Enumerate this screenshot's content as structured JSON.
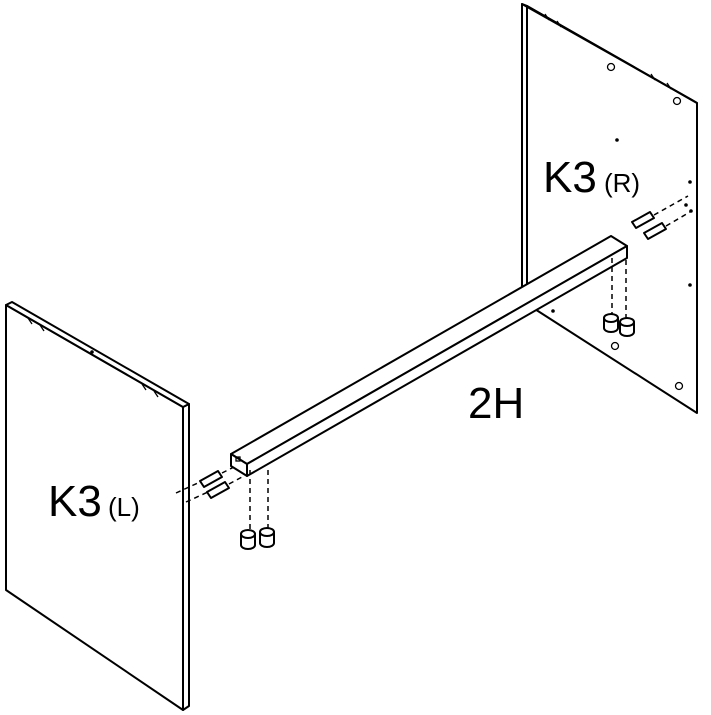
{
  "parts": {
    "left_panel": {
      "code": "K3",
      "side": "(L)"
    },
    "right_panel": {
      "code": "K3",
      "side": "(R)"
    },
    "rail": {
      "code": "2H"
    }
  },
  "hardware": {
    "dowels_per_side": 2,
    "cam_locks_per_side": 2
  }
}
